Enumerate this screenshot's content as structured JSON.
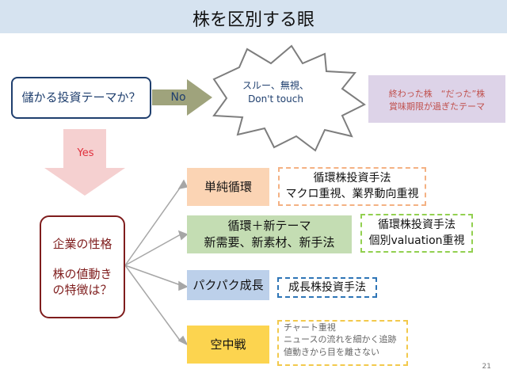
{
  "title": "株を区別する眼",
  "question": "儲かる投資テーマか？",
  "no_label": "No",
  "star_text": [
    "スルー、無視、",
    "Don't touch"
  ],
  "past_theme": [
    "終わった株　“だった”株",
    "賞味期限が過ぎたテーマ"
  ],
  "yes_label": "Yes",
  "company": [
    "企業の性格",
    "",
    "株の値動き",
    "の特徴は？"
  ],
  "options": [
    {
      "label": [
        "単純循環"
      ],
      "method": [
        "循環株投資手法",
        "マクロ重視、業界動向重視"
      ]
    },
    {
      "label": [
        "循環＋新テーマ",
        "新需要、新素材、新手法"
      ],
      "method": [
        "循環株投資手法",
        "個別valuation重視"
      ]
    },
    {
      "label": [
        "パクパク成長"
      ],
      "method": [
        "成長株投資手法"
      ]
    },
    {
      "label": [
        "空中戦"
      ],
      "method": [
        "チャート重視",
        "ニュースの流れを細かく追跡",
        "値動きから目を離さない"
      ]
    }
  ],
  "page_number": "21",
  "colors": {
    "title_bar": "#d6e3f0",
    "question_border": "#1f3f6e",
    "no_arrow": "#9fa37c",
    "yes_arrow": "#f5d0d0",
    "company_border": "#7f1d1d",
    "opt1": "#fbd4b4",
    "opt2": "#c4ddb3",
    "opt3": "#bcd0ea",
    "opt4": "#fcd44f"
  }
}
